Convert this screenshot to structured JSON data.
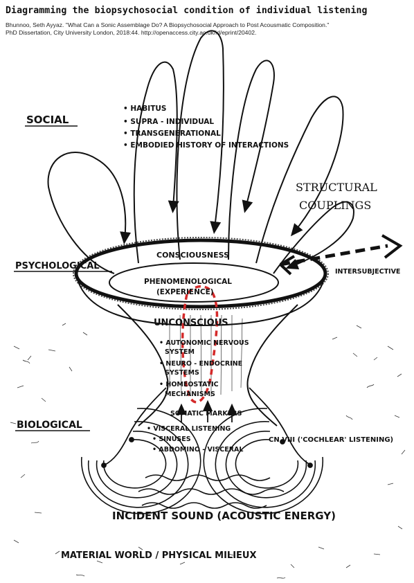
{
  "header": {
    "title": "Diagramming the biopsychosocial condition of individual listening",
    "citation_line1": "Bhunnoo, Seth Ayyaz. \"What Can a Sonic Assemblage Do? A Biopsychosocial Approach to Post Acousmatic Composition.\"",
    "citation_line2": "PhD Dissertation, City University London, 2018:44. http://openaccess.city.ac.uk/id/eprint/20402."
  },
  "levels": {
    "social": "SOCIAL",
    "psychological": "PSYCHOLOGICAL",
    "biological": "BIOLOGICAL"
  },
  "social_items": [
    "• HABITUS",
    "• SUPRA - INDIVIDUAL",
    "• TRANSGENERATIONAL",
    "• EMBODIED HISTORY OF INTERACTIONS"
  ],
  "structural_couplings": [
    "STRUCTURAL",
    "COUPLINGS"
  ],
  "intersubjective": "INTERSUBJECTIVE",
  "consciousness": "CONSCIOUSNESS",
  "phenomenological": [
    "PHENOMENOLOGICAL",
    "(EXPERIENCE)"
  ],
  "unconscious": "UNCONSCIOUS",
  "bio_items": [
    "• AUTONOMIC NERVOUS",
    "SYSTEM",
    "• NEURO - ENDOCRINE",
    "SYSTEMS",
    "• HOMEOSTATIC",
    "MECHANISMS"
  ],
  "somatic_markers": "SOMATIC MARKERS",
  "listening_items": [
    "• VISCERAL LISTENING",
    "• SINUSES",
    "• ABDOMINO - VISCERAL"
  ],
  "cochlear": "CN VIII ('COCHLEAR' LISTENING)",
  "incident_sound": "INCIDENT SOUND (ACOUSTIC ENERGY)",
  "material_world": "MATERIAL WORLD / PHYSICAL MILIEUX",
  "colors": {
    "ink": "#111111",
    "red_loop": "#d42a2a",
    "paper": "#ffffff"
  }
}
